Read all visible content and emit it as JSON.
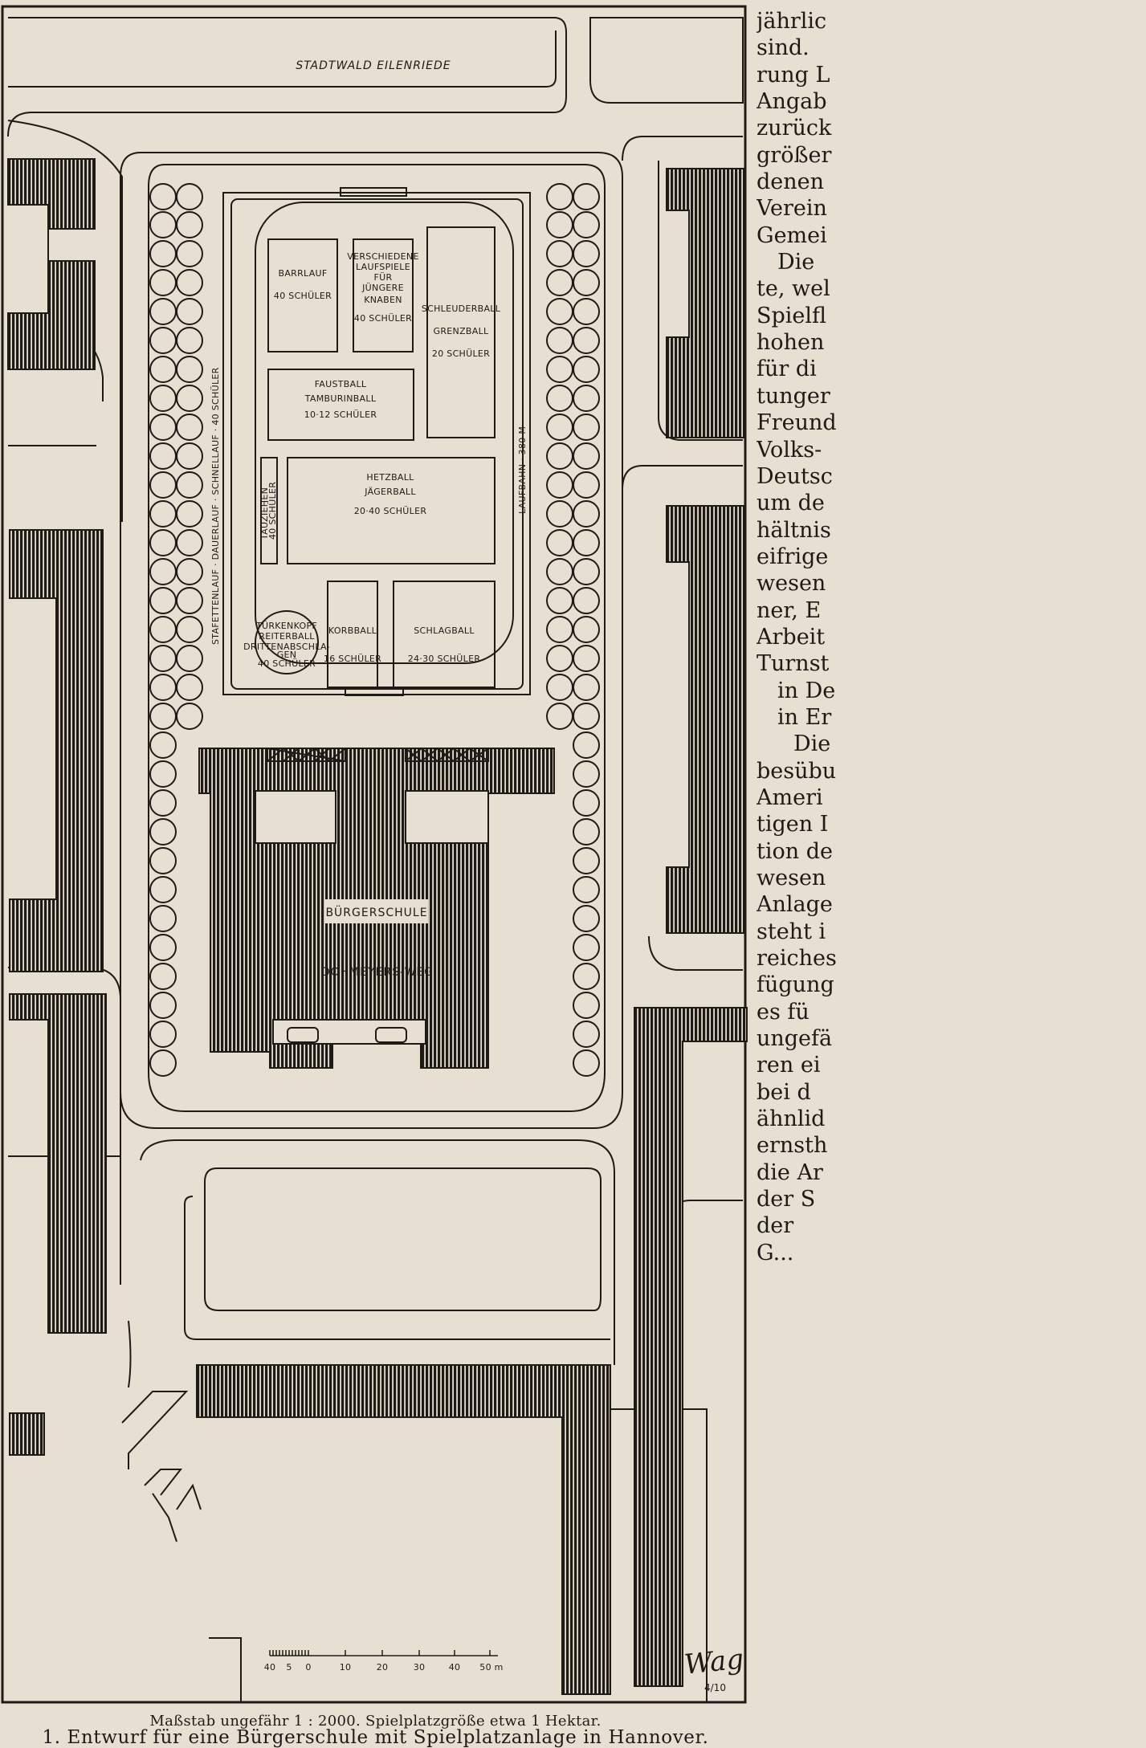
{
  "plan": {
    "forest": "STADTWALD EILENRIEDE",
    "street": "DOHMEYERS-WEG",
    "school": "BÜRGERSCHULE",
    "track_runs": "STAFETTENLAUF · DAUERLAUF · SCHNELLAUF · 40 SCHÜLER",
    "track_length": "LAUFBAHN · 380 M",
    "fields": {
      "barrlauf": {
        "name": "BARRLAUF",
        "pupils": "40 SCHÜLER"
      },
      "verschiedene": {
        "lines": [
          "VERSCHIEDENE",
          "LAUFSPIELE",
          "FÜR",
          "JÜNGERE",
          "KNABEN"
        ],
        "pupils": "40 SCHÜLER"
      },
      "schleuderball": {
        "lines": [
          "SCHLEUDERBALL",
          "GRENZBALL"
        ],
        "pupils": "20 SCHÜLER"
      },
      "faustball": {
        "lines": [
          "FAUSTBALL",
          "TAMBURINBALL"
        ],
        "pupils": "10·12 SCHÜLER"
      },
      "hetzball": {
        "lines": [
          "HETZBALL",
          "JÄGERBALL"
        ],
        "pupils": "20·40 SCHÜLER"
      },
      "tauziehen": {
        "name": "TAUZIEHEN",
        "pupils": "40 SCHÜLER"
      },
      "tuerkenkopf": {
        "lines": [
          "TÜRKENKOPF",
          "REITERBALL",
          "DRITTENABSCHLA-",
          "GEN"
        ],
        "pupils": "40 SCHÜLER"
      },
      "korbball": {
        "name": "KORBBALL",
        "pupils": "16 SCHÜLER"
      },
      "schlagball": {
        "name": "SCHLAGBALL",
        "pupils": "24·30 SCHÜLER"
      }
    },
    "scale_ticks": [
      "40",
      "5",
      "0",
      "10",
      "20",
      "30",
      "40",
      "50 m"
    ],
    "signature": "Wag",
    "signature_number": "4/10"
  },
  "captions": {
    "scale": "Maßstab ungefähr 1 : 2000.   Spielplatzgröße etwa 1 Hektar.",
    "title": "1. Entwurf für eine Bürgerschule mit Spielplatzanlage in Hannover."
  },
  "column_lines": [
    "jährlic",
    "sind.",
    "rung L",
    "Angab",
    "zurück",
    "größer",
    "denen",
    "Verein",
    "Gemei",
    "Die",
    "te, wel",
    "Spielfl",
    "hohen",
    "für di",
    "tunger",
    "Freund",
    "Volks-",
    "Deutsc",
    "um de",
    "hältnis",
    "eifrige",
    "wesen",
    "ner, E",
    "Arbeit",
    "Turnst",
    "in De",
    "in Er",
    "Die",
    "besübu",
    "Ameri",
    "tigen I",
    "tion de",
    "wesen",
    "Anlage",
    "steht i",
    "reiches",
    "fügung",
    "es fü",
    "ungefä",
    "ren ei",
    "bei d",
    "ähnlid",
    "ernsth",
    "die Ar",
    "der S",
    "der",
    "G..."
  ]
}
